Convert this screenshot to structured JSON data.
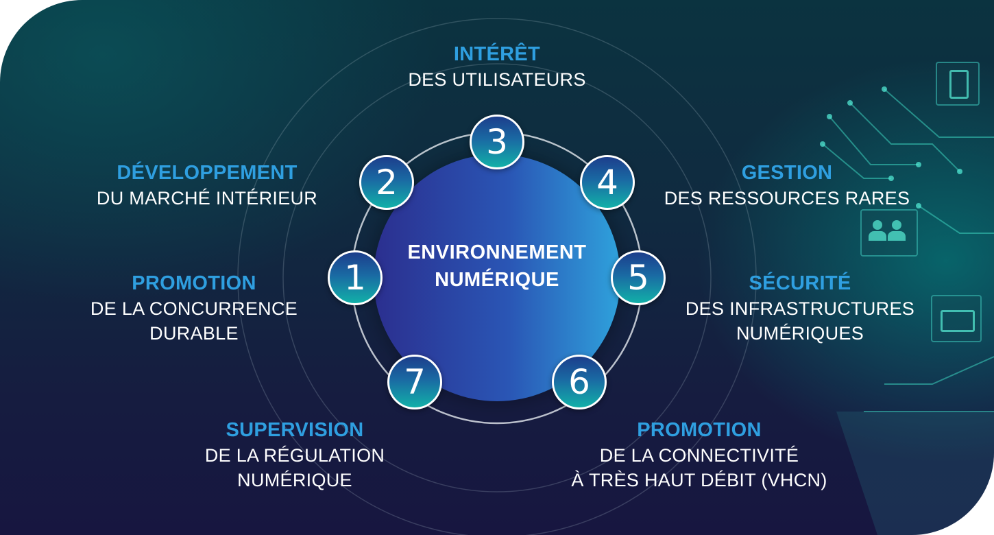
{
  "center": {
    "line1": "ENVIRONNEMENT",
    "line2": "NUMÉRIQUE"
  },
  "nodes": [
    {
      "number": "1",
      "title": "PROMOTION",
      "lines": [
        "DE LA CONCURRENCE",
        "DURABLE"
      ]
    },
    {
      "number": "2",
      "title": "DÉVELOPPEMENT",
      "lines": [
        "DU MARCHÉ INTÉRIEUR"
      ]
    },
    {
      "number": "3",
      "title": "INTÉRÊT",
      "lines": [
        "DES UTILISATEURS"
      ]
    },
    {
      "number": "4",
      "title": "GESTION",
      "lines": [
        "DES RESSOURCES RARES"
      ]
    },
    {
      "number": "5",
      "title": "SÉCURITÉ",
      "lines": [
        "DES INFRASTRUCTURES",
        "NUMÉRIQUES"
      ]
    },
    {
      "number": "6",
      "title": "PROMOTION",
      "lines": [
        "DE LA CONNECTIVITÉ",
        "À TRÈS HAUT DÉBIT (VHCN)"
      ]
    },
    {
      "number": "7",
      "title": "SUPERVISION",
      "lines": [
        "DE LA RÉGULATION",
        "NUMÉRIQUE"
      ]
    }
  ],
  "colors": {
    "highlight": "#2f9fe0",
    "core_gradient": [
      "#2b2f8f",
      "#2fa2dc"
    ],
    "node_gradient": [
      "#1c3e8c",
      "#12b0a8"
    ]
  }
}
